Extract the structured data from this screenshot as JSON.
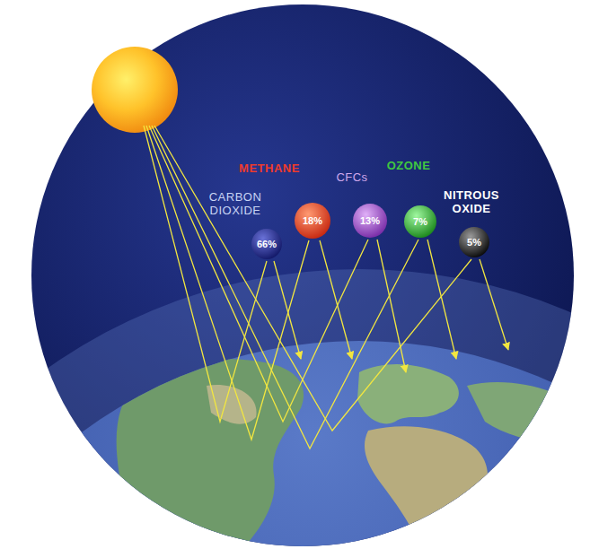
{
  "diagram": {
    "nodes": [
      {
        "text": [
          "CARBON DIOXIDE",
          "66%"
        ]
      },
      {
        "text": [
          "METHANE",
          "18%"
        ]
      },
      {
        "text": [
          "CFCs",
          "13%"
        ]
      },
      {
        "text": [
          "OZONE",
          "7%"
        ]
      },
      {
        "text": [
          "NITROUS OXIDE",
          "5%"
        ]
      }
    ],
    "edges": []
  }
}
